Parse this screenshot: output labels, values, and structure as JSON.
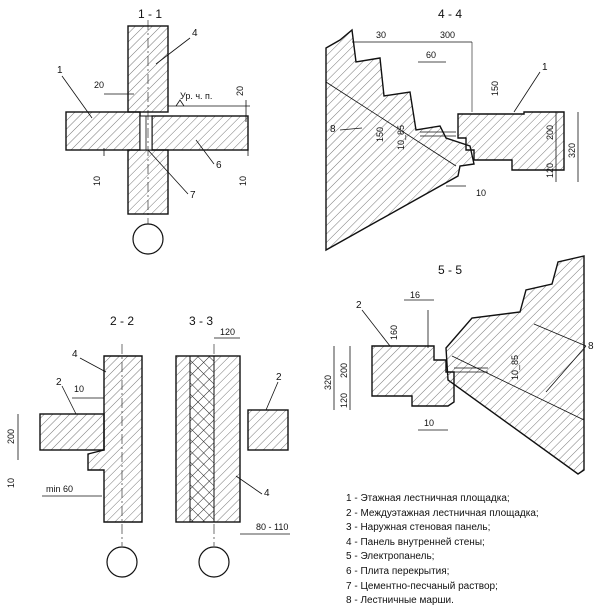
{
  "sections": {
    "s11": "1 - 1",
    "s44": "4 - 4",
    "s22": "2 - 2",
    "s33": "3 - 3",
    "s55": "5 - 5"
  },
  "numbers": {
    "n1": "1",
    "n2": "2",
    "n4": "4",
    "n6": "6",
    "n7": "7",
    "n8": "8"
  },
  "dims": {
    "d10": "10",
    "d16": "16",
    "d20": "20",
    "d30": "30",
    "d60": "60",
    "d120": "120",
    "d150": "150",
    "d160": "160",
    "d200": "200",
    "d300": "300",
    "d320": "320",
    "d10_85": "10_85",
    "min60": "min 60",
    "d80_110": "80 - 110",
    "floor_level": "Ур. ч. п."
  },
  "legend": [
    "1 - Этажная лестничная площадка;",
    "2 - Междуэтажная лестничная площадка;",
    "3 - Наружная стеновая панель;",
    "4 - Панель внутренней стены;",
    "5 - Электропанель;",
    "6 - Плита перекрытия;",
    "7 - Цементно-песчаный раствор;",
    "8 - Лестничные марши."
  ]
}
